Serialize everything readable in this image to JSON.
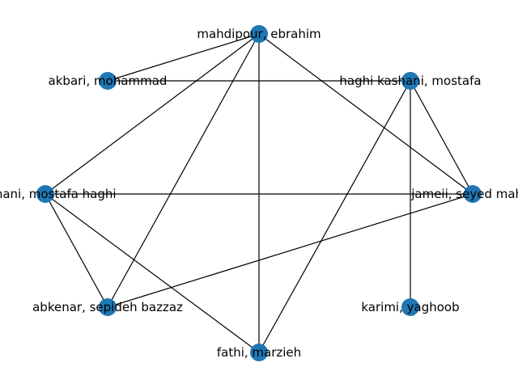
{
  "graph": {
    "node_color": "#1f77b4",
    "edge_color": "#000000",
    "label_color": "#000000",
    "nodes": [
      {
        "id": "n_mahdipour",
        "label": "mahdipour, ebrahim"
      },
      {
        "id": "n_akbari",
        "label": "akbari, mohammad"
      },
      {
        "id": "n_haghi",
        "label": "haghi kashani, mostafa"
      },
      {
        "id": "n_kashani",
        "label": "kashani, mostafa haghi"
      },
      {
        "id": "n_jameii",
        "label": "jameii, seyed mahdi"
      },
      {
        "id": "n_abkenar",
        "label": "abkenar, sepideh bazzaz"
      },
      {
        "id": "n_karimi",
        "label": "karimi, yaghoob"
      },
      {
        "id": "n_fathi",
        "label": "fathi, marzieh"
      }
    ],
    "edges": [
      [
        "n_mahdipour",
        "n_akbari"
      ],
      [
        "n_mahdipour",
        "n_kashani"
      ],
      [
        "n_mahdipour",
        "n_abkenar"
      ],
      [
        "n_mahdipour",
        "n_fathi"
      ],
      [
        "n_mahdipour",
        "n_jameii"
      ],
      [
        "n_akbari",
        "n_haghi"
      ],
      [
        "n_haghi",
        "n_jameii"
      ],
      [
        "n_haghi",
        "n_karimi"
      ],
      [
        "n_haghi",
        "n_fathi"
      ],
      [
        "n_kashani",
        "n_jameii"
      ],
      [
        "n_kashani",
        "n_abkenar"
      ],
      [
        "n_kashani",
        "n_fathi"
      ],
      [
        "n_jameii",
        "n_abkenar"
      ]
    ]
  }
}
